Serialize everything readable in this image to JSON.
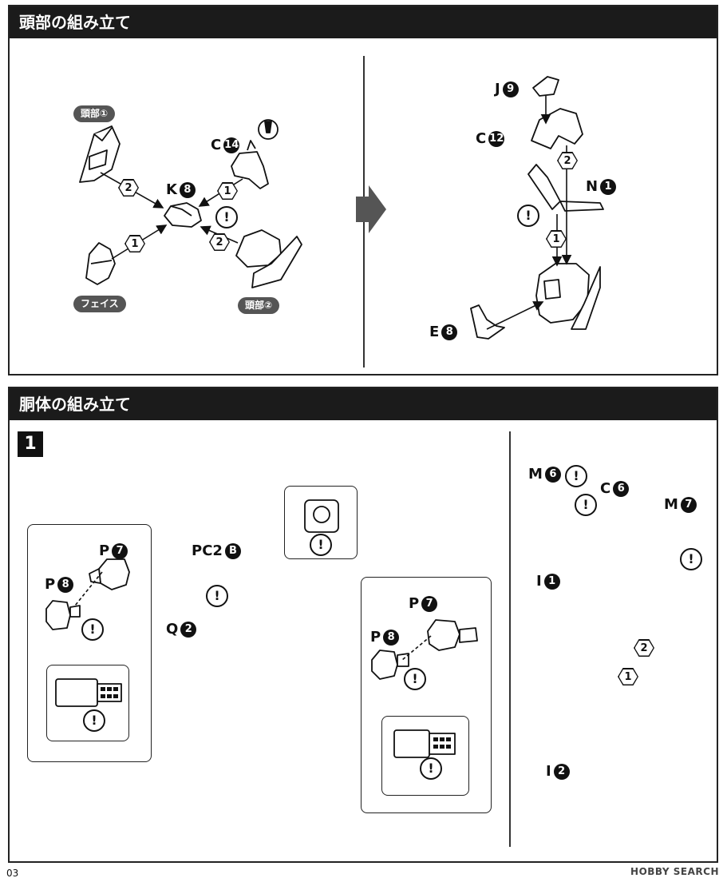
{
  "head_section": {
    "title": "頭部の組み立て",
    "pills": {
      "head1": "頭部①",
      "face": "フェイス",
      "head2": "頭部②"
    },
    "labels": {
      "c14": {
        "letter": "C",
        "num": "14"
      },
      "k8": {
        "letter": "K",
        "num": "8"
      },
      "j9": {
        "letter": "J",
        "num": "9"
      },
      "c12": {
        "letter": "C",
        "num": "12"
      },
      "n1": {
        "letter": "N",
        "num": "1"
      },
      "e8": {
        "letter": "E",
        "num": "8"
      }
    }
  },
  "torso_section": {
    "title": "胴体の組み立て",
    "step": "1",
    "labels": {
      "p7a": {
        "letter": "P",
        "num": "7"
      },
      "p8a": {
        "letter": "P",
        "num": "8"
      },
      "pc2b": {
        "letter": "PC2",
        "num": "B"
      },
      "q2": {
        "letter": "Q",
        "num": "2"
      },
      "p7b": {
        "letter": "P",
        "num": "7"
      },
      "p8b": {
        "letter": "P",
        "num": "8"
      },
      "m6": {
        "letter": "M",
        "num": "6"
      },
      "c6": {
        "letter": "C",
        "num": "6"
      },
      "m7": {
        "letter": "M",
        "num": "7"
      },
      "i1": {
        "letter": "I",
        "num": "1"
      },
      "i2": {
        "letter": "I",
        "num": "2"
      }
    }
  },
  "order": {
    "one": "1",
    "two": "2"
  },
  "warning": "!",
  "footer": {
    "page": "03",
    "logo": "HOBBY SEARCH"
  }
}
